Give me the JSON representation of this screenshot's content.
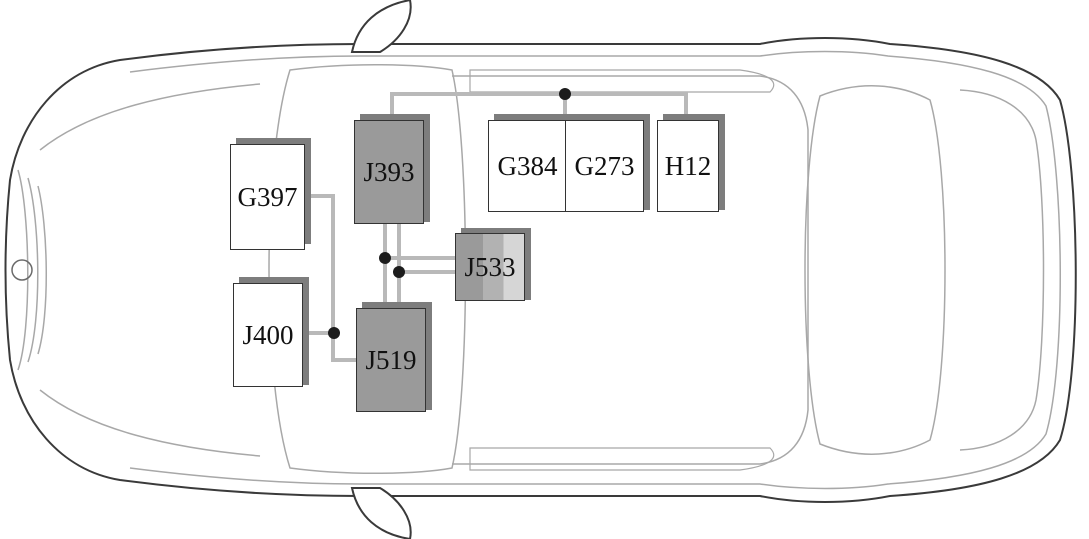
{
  "diagram": {
    "colors": {
      "background": "#ffffff",
      "car_outline": "#3a3a3a",
      "car_detail": "#a8a8a8",
      "wire": "#b9b9b9",
      "junction": "#1c1c1c",
      "module_light": "#ffffff",
      "module_dark": "#9a9a9a",
      "module_shadow": "#7d7d7d"
    },
    "modules": [
      {
        "id": "G397",
        "label": "G397"
      },
      {
        "id": "J400",
        "label": "J400"
      },
      {
        "id": "J393",
        "label": "J393"
      },
      {
        "id": "J519",
        "label": "J519"
      },
      {
        "id": "J533",
        "label": "J533"
      },
      {
        "id": "G384",
        "label": "G384"
      },
      {
        "id": "G273",
        "label": "G273"
      },
      {
        "id": "H12",
        "label": "H12"
      }
    ]
  }
}
